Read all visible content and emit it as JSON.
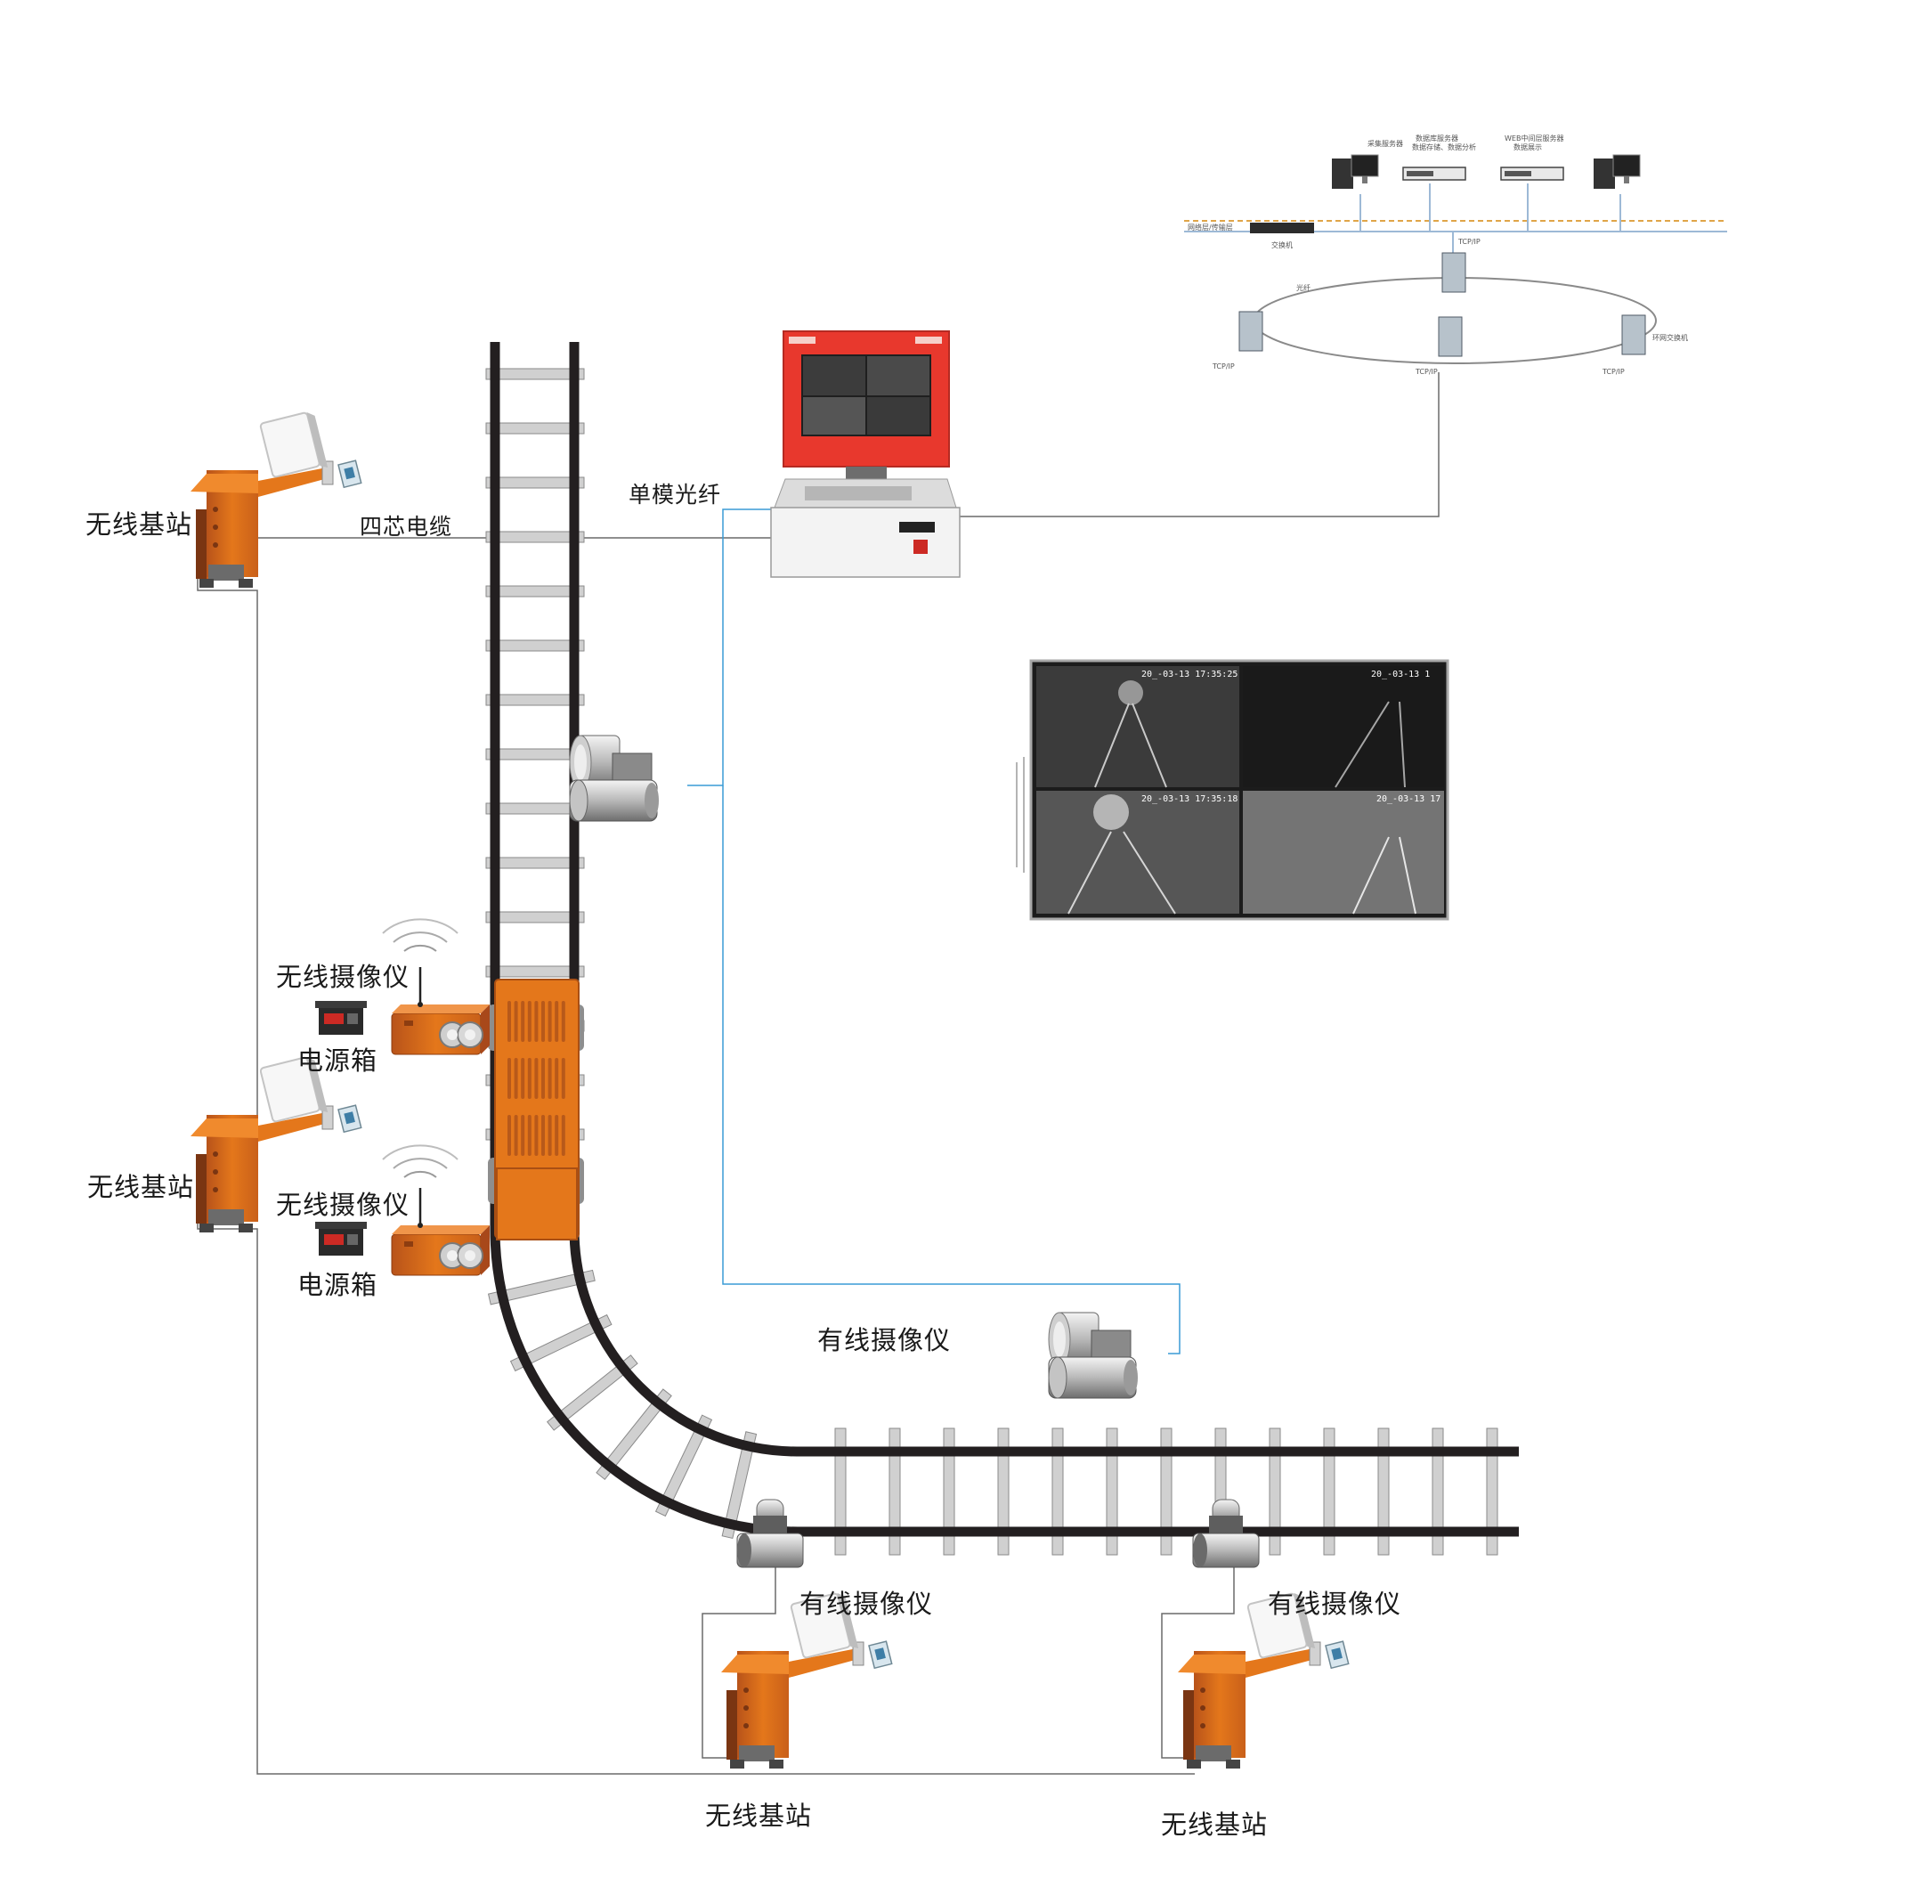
{
  "labels": {
    "base_station": "无线基站",
    "four_core_cable": "四芯电缆",
    "single_mode_fiber": "单模光纤",
    "wireless_camera": "无线摄像仪",
    "power_box": "电源箱",
    "wired_camera": "有线摄像仪"
  },
  "network": {
    "server_1": "采集服务器",
    "server_2": "数据库服务器",
    "server_2_sub": "数据存储、数据分析",
    "server_3": "WEB中间层服务器",
    "server_3_sub": "数据展示",
    "layer_label": "网络层/传输层",
    "switch_label": "交换机",
    "protocol": "TCP/IP",
    "ring_label": "光纤",
    "ring_switch": "环网交换机"
  },
  "video_wall": {
    "timestamp_1": "20_-03-13 17:35:25",
    "timestamp_2": "20_-03-13 1",
    "timestamp_3": "20_-03-13 17:35:18",
    "timestamp_4": "20_-03-13 17"
  },
  "colors": {
    "accent_orange": "#e4771b",
    "rail": "#231f20",
    "fiber": "#3a9bd6",
    "cable": "#555555",
    "monitor_red": "#e8382d"
  }
}
